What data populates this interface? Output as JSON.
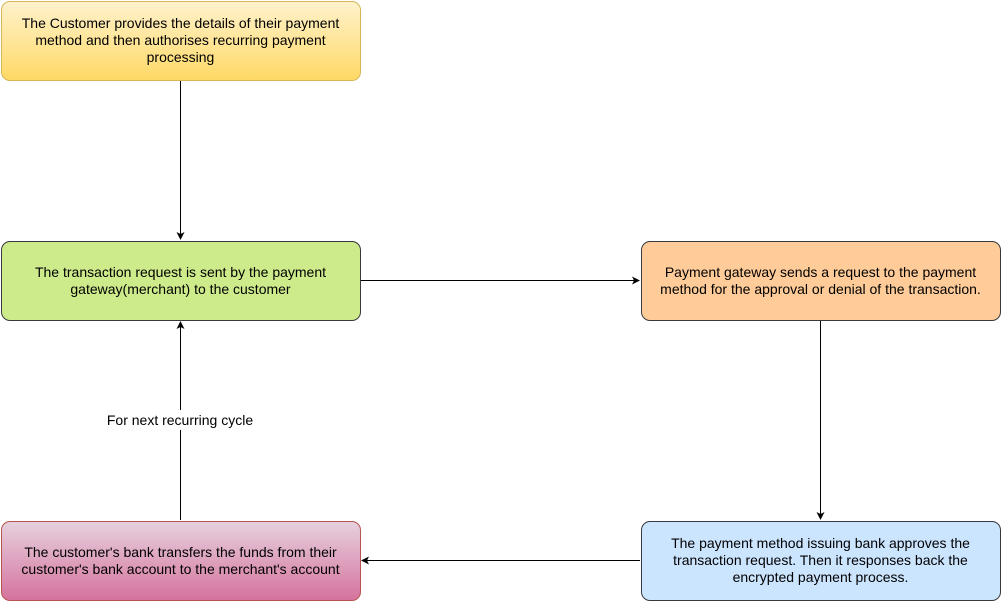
{
  "nodes": {
    "authorise": "The Customer provides the details of their payment method and then authorises recurring payment processing",
    "request": "The transaction request is sent by the payment gateway(merchant) to the customer",
    "gateway": "Payment gateway sends a request to the payment method for the approval or denial of the transaction.",
    "issuing": "The payment method issuing bank approves the transaction request. Then it responses back the encrypted payment process.",
    "transfer": "The  customer's bank transfers the funds from their customer's bank account to the merchant's account"
  },
  "edges": {
    "recurring_label": "For next recurring cycle"
  },
  "colors": {
    "authorise_fill": "#fff2cc",
    "authorise_stroke": "#d6b656",
    "request_fill": "#cdeb8b",
    "gateway_fill": "#ffcc99",
    "issuing_fill": "#cce5ff",
    "transfer_fill": "#e6d0de",
    "transfer_stroke": "#b85450",
    "line": "#000000"
  }
}
